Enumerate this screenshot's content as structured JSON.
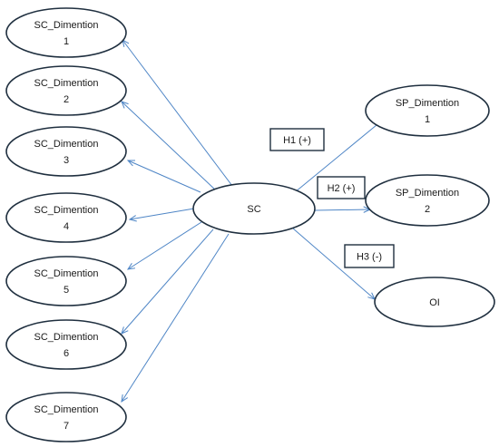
{
  "diagram": {
    "center": {
      "lines": [
        "SC"
      ]
    },
    "left_nodes": [
      {
        "lines": [
          "SC_Dimention",
          "1"
        ]
      },
      {
        "lines": [
          "SC_Dimention",
          "2"
        ]
      },
      {
        "lines": [
          "SC_Dimention",
          "3"
        ]
      },
      {
        "lines": [
          "SC_Dimention",
          "4"
        ]
      },
      {
        "lines": [
          "SC_Dimention",
          "5"
        ]
      },
      {
        "lines": [
          "SC_Dimention",
          "6"
        ]
      },
      {
        "lines": [
          "SC_Dimention",
          "7"
        ]
      }
    ],
    "right_nodes": [
      {
        "lines": [
          "SP_Dimention",
          "1"
        ],
        "hypothesis": "H1 (+)"
      },
      {
        "lines": [
          "SP_Dimention",
          "2"
        ],
        "hypothesis": "H2 (+)"
      },
      {
        "lines": [
          "OI"
        ],
        "hypothesis": "H3 (-)"
      }
    ],
    "colors": {
      "edge": "#4f86c6",
      "outline": "#1f2f3f"
    }
  }
}
